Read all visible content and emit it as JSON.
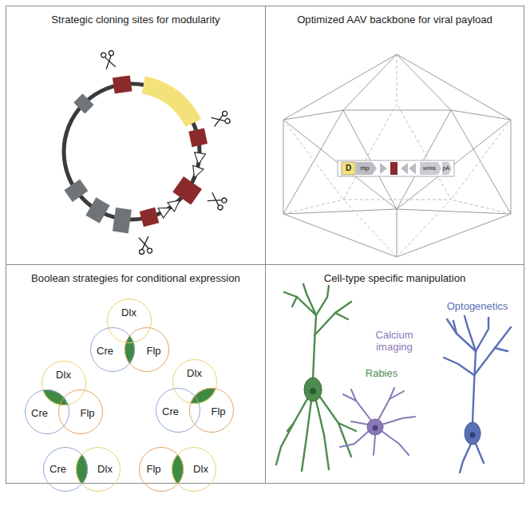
{
  "diagram": {
    "nodes": [
      {
        "text": [
          "Strategic cloning sites for modularity"
        ]
      },
      {
        "text": [
          "Optimized AAV backbone for viral payload"
        ]
      },
      {
        "text": [
          "Boolean strategies for conditional expression"
        ]
      },
      {
        "text": [
          "Cell-type specific manipulation"
        ]
      },
      {
        "text": [
          "Dlx"
        ],
        "in": 2
      },
      {
        "text": [
          "Cre"
        ],
        "in": 2
      },
      {
        "text": [
          "Flp"
        ],
        "in": 2
      },
      {
        "text": [
          "Dlx"
        ],
        "in": 2
      },
      {
        "text": [
          "Cre"
        ],
        "in": 2
      },
      {
        "text": [
          "Flp"
        ],
        "in": 2
      },
      {
        "text": [
          "Dlx"
        ],
        "in": 2
      },
      {
        "text": [
          "Cre"
        ],
        "in": 2
      },
      {
        "text": [
          "Flp"
        ],
        "in": 2
      },
      {
        "text": [
          "Cre"
        ],
        "in": 2
      },
      {
        "text": [
          "Dlx"
        ],
        "in": 2
      },
      {
        "text": [
          "Flp"
        ],
        "in": 2
      },
      {
        "text": [
          "Dlx"
        ],
        "in": 2
      }
    ],
    "labels": [
      "D",
      "mp",
      "WPRE",
      "pA",
      "Optogenetics",
      "Calcium imaging",
      "Rabies"
    ]
  }
}
